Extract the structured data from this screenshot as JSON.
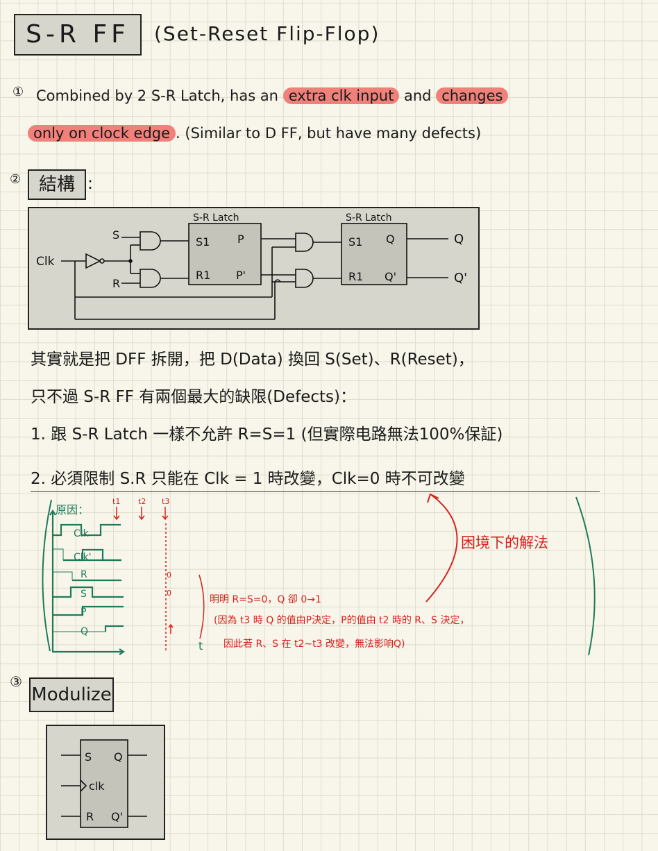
{
  "title": {
    "boxed": "S-R FF",
    "subtitle": "(Set-Reset Flip-Flop)"
  },
  "section1": {
    "num": "①",
    "text_a": "Combined by 2 S-R Latch, has an",
    "hl1": "extra clk input",
    "text_b": "and",
    "hl2": "changes",
    "hl3": "only on clock edge",
    "text_c": ". (Similar to D FF, but have many defects)"
  },
  "section2": {
    "num": "②",
    "heading": "結構",
    "colon": ":",
    "circuit": {
      "latch1_title": "S-R Latch",
      "latch2_title": "S-R Latch",
      "s": "S",
      "r": "R",
      "clk": "Clk",
      "l1_s1": "S1",
      "l1_r1": "R1",
      "l1_p": "P",
      "l1_pp": "P'",
      "l2_s1": "S1",
      "l2_r1": "R1",
      "l2_q": "Q",
      "l2_qp": "Q'",
      "out_q": "Q",
      "out_qp": "Q'"
    },
    "line1": "其實就是把 DFF 拆開，把 D(Data) 換回 S(Set)、R(Reset)，",
    "line2": "只不過 S-R FF 有兩個最大的缺限(Defects)：",
    "defect1": "1. 跟 S-R Latch 一樣不允許 R=S=1 (但實際电路無法100%保証)",
    "defect2_a": "2. 必須限制 S.R 只能在 Clk = 1 時改變",
    "defect2_b": "，Clk=0 時不可改變",
    "timing": {
      "reason": "原因：",
      "t1": "t1",
      "t2": "t2",
      "t3": "t3",
      "signals": [
        "Clk",
        "Clk'",
        "R",
        "S",
        "P",
        "Q"
      ],
      "axis": "t",
      "zero_r": "0",
      "zero_s": "0",
      "note1": "明明 R=S=0，Q 卻 0→1",
      "note2": "(因為 t3 時 Q 的值由P決定，P的值由 t2 時的 R、S 決定，",
      "note3": "因此若 R、S 在 t2~t3 改變，無法影响Q)"
    },
    "dilemma": "困境下的解法"
  },
  "section3": {
    "num": "③",
    "heading": "Modulize",
    "module": {
      "s": "S",
      "clk": "clk",
      "r": "R",
      "q": "Q",
      "qp": "Q'"
    }
  }
}
